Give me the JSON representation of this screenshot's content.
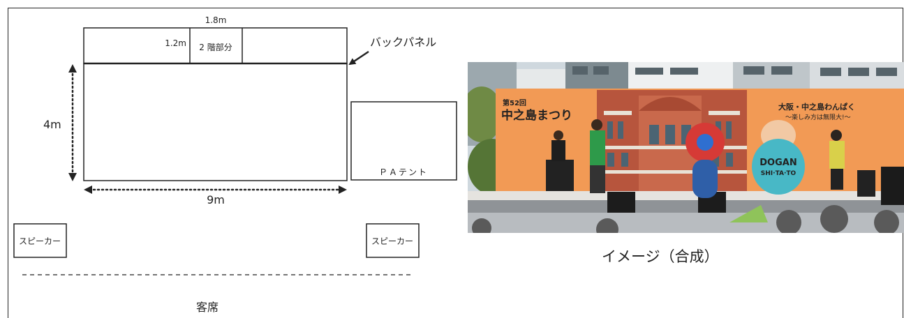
{
  "diagram": {
    "backstage": {
      "width_label": "1.8m",
      "height_label": "1.2m",
      "second_floor_label": "2 階部分"
    },
    "back_panel_label": "バックパネル",
    "stage": {
      "depth_label": "4m",
      "width_label": "9m"
    },
    "pa_tent_label": "ＰＡテント",
    "speakers": [
      {
        "label": "スピーカー"
      },
      {
        "label": "スピーカー"
      }
    ],
    "audience_label": "客席"
  },
  "photo": {
    "caption": "イメージ（合成）",
    "banner_left_small": "第52回",
    "banner_left_title": "中之島まつり",
    "banner_right_line1": "大阪・中之島わんぱく",
    "banner_right_line2": "〜楽しみ方は無限大!〜",
    "mascot_text_line1": "DOGAN",
    "mascot_text_line2": "SHI·TA·TO"
  },
  "colors": {
    "line": "#222222",
    "banner_orange": "#f29a55",
    "sky": "#cfd8de",
    "brick": "#b7553d"
  }
}
